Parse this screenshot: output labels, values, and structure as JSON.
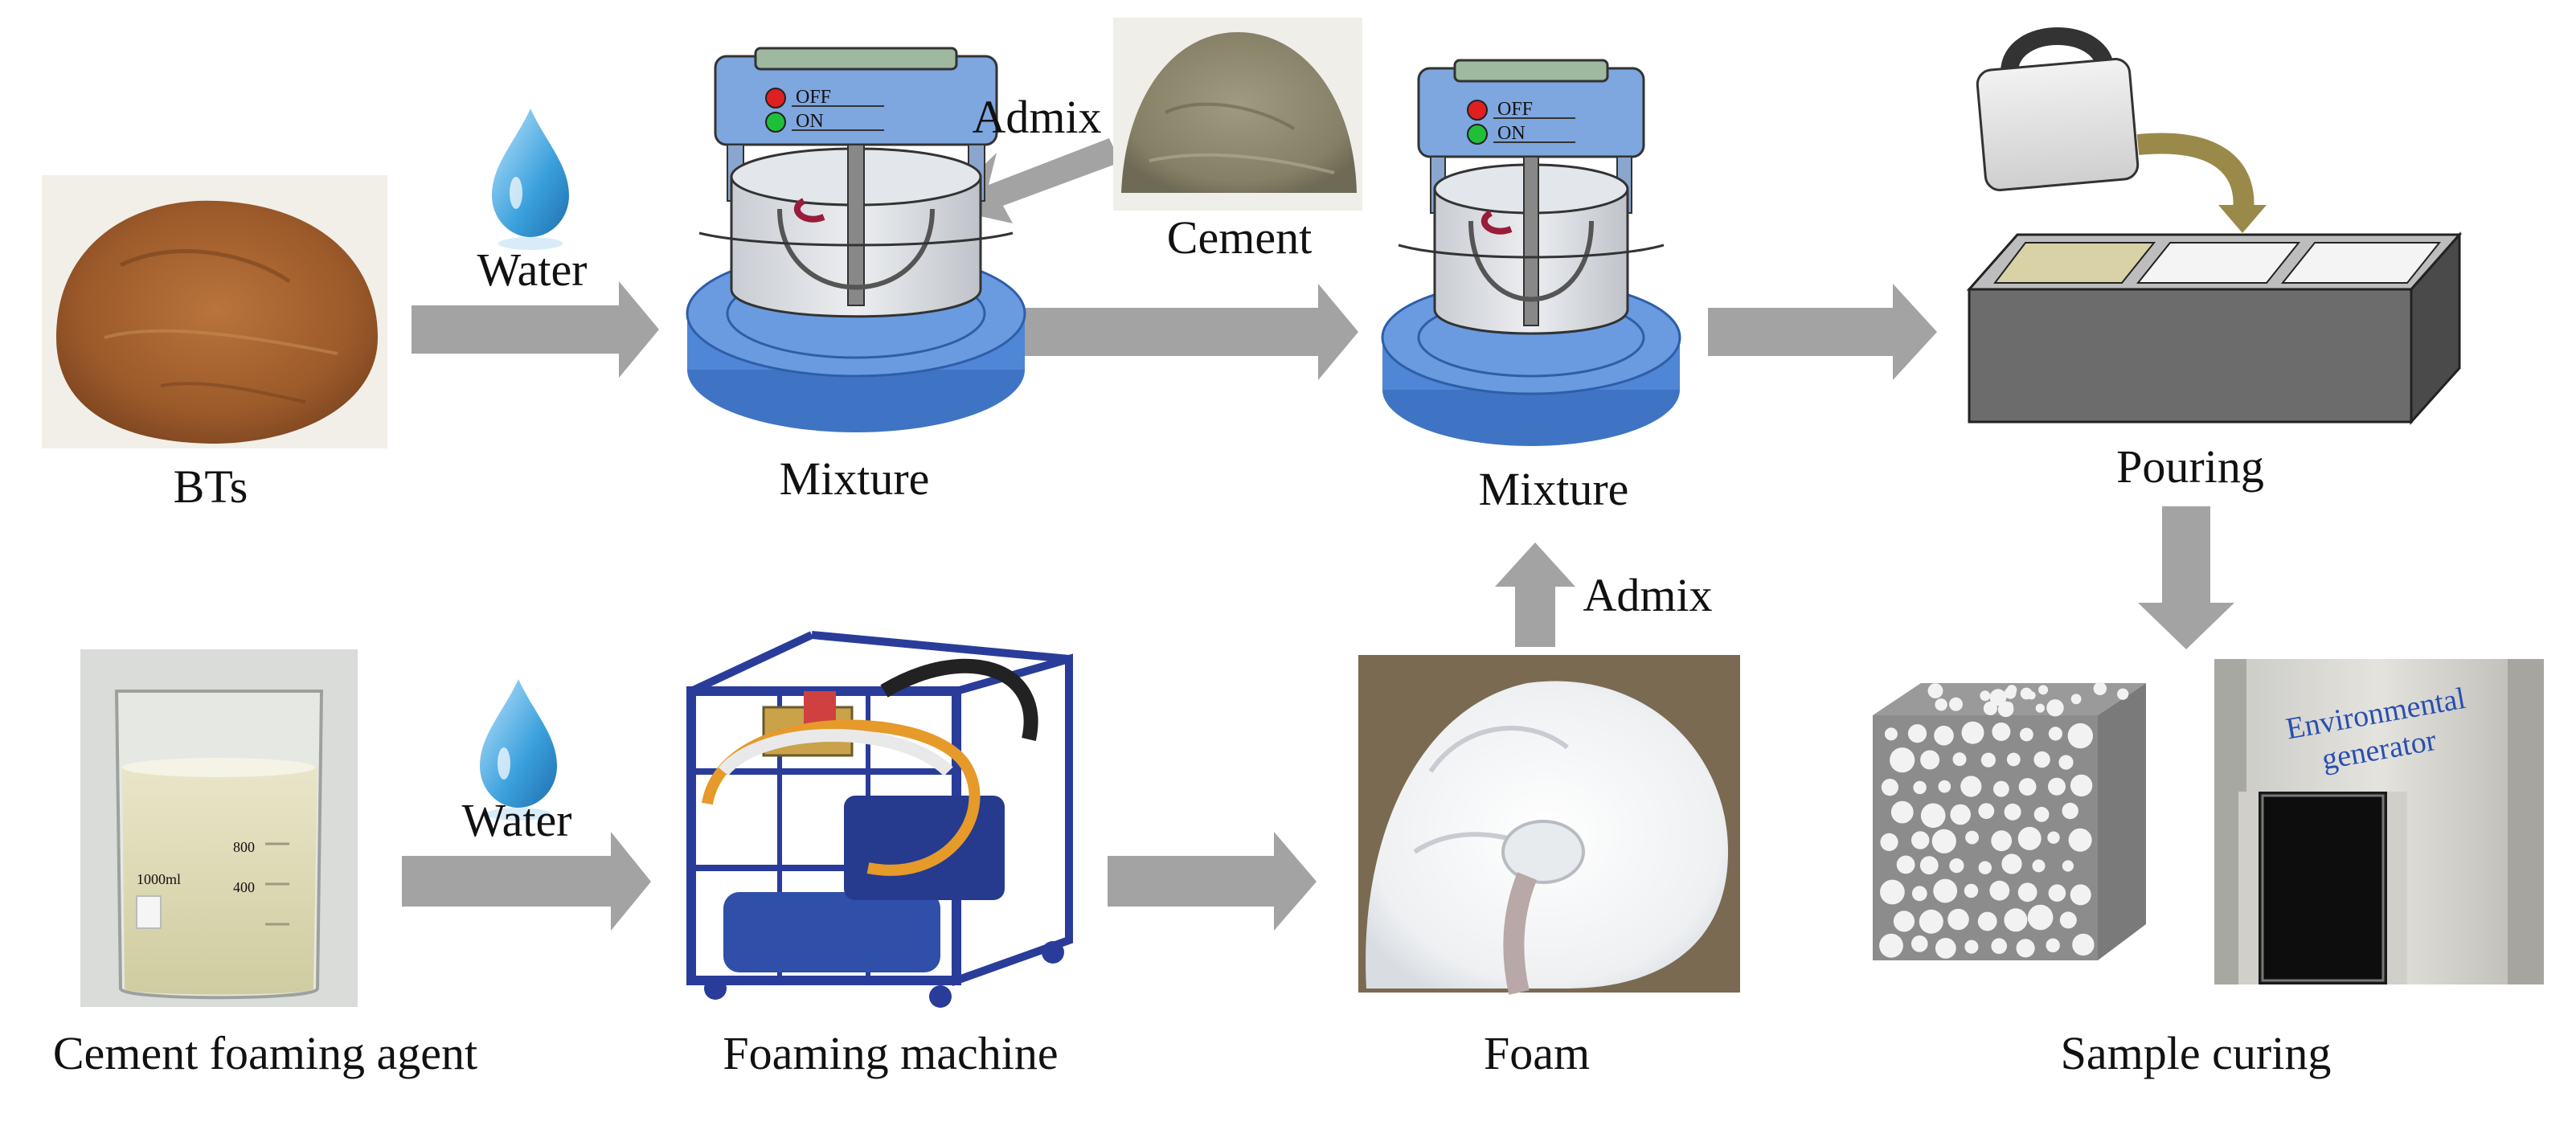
{
  "labels": {
    "bts": "BTs",
    "water_top": "Water",
    "mixture_1": "Mixture",
    "admix_top": "Admix",
    "cement": "Cement",
    "mixture_2": "Mixture",
    "admix_mid": "Admix",
    "pouring": "Pouring",
    "foaming_agent": "Cement foaming agent",
    "water_bottom": "Water",
    "foaming_machine": "Foaming machine",
    "foam": "Foam",
    "sample_curing": "Sample curing"
  },
  "mixer": {
    "off": "OFF",
    "on": "ON"
  },
  "chamber": {
    "line1": "Environmental",
    "line2": "generator"
  },
  "beaker": {
    "marks": [
      "800",
      "400",
      "1000ml"
    ]
  },
  "colors": {
    "arrow": "#a3a3a3",
    "mixer_base": "#5b8fd8",
    "mixer_head": "#7ea6df",
    "mold": "#6c6c6c",
    "bts_powder": "#a8622f",
    "cement_powder": "#8f8a72",
    "foam": "#f3f4f6",
    "machine_frame": "#2a3c9a",
    "water_drop": "#3aa0dc"
  },
  "icons": [
    "water-drop-icon",
    "mixer-icon",
    "pitcher-icon",
    "mold-icon",
    "foam-block-icon"
  ]
}
